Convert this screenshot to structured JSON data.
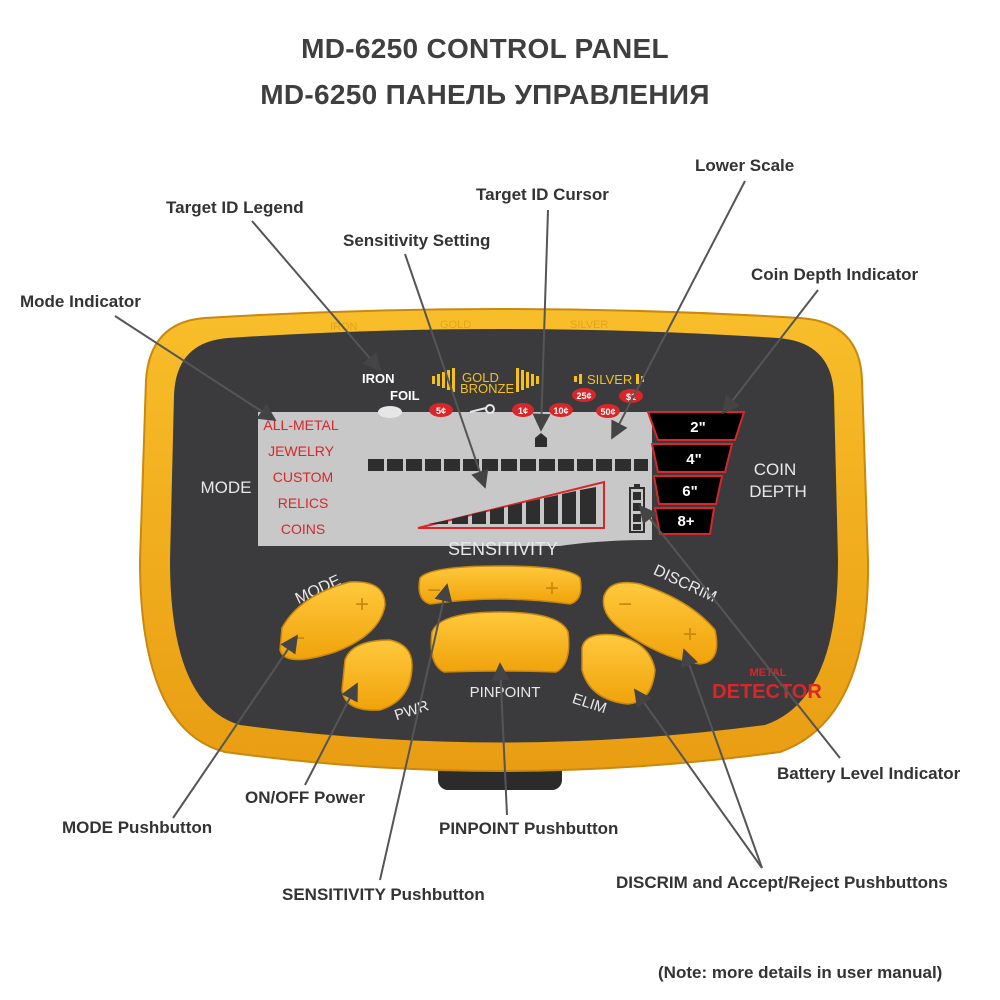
{
  "title_en": "MD-6250 CONTROL PANEL",
  "title_ru": "MD-6250 ПАНЕЛЬ УПРАВЛЕНИЯ",
  "callouts": {
    "target_id_legend": "Target ID Legend",
    "target_id_cursor": "Target ID Cursor",
    "lower_scale": "Lower Scale",
    "sensitivity_setting": "Sensitivity Setting",
    "coin_depth_indicator": "Coin Depth Indicator",
    "mode_indicator": "Mode Indicator",
    "battery_level_indicator": "Battery Level Indicator",
    "on_off_power": "ON/OFF Power",
    "mode_pushbutton": "MODE Pushbutton",
    "pinpoint_pushbutton": "PINPOINT Pushbutton",
    "sensitivity_pushbutton": "SENSITIVITY Pushbutton",
    "discrim_pushbuttons": "DISCRIM and Accept/Reject Pushbuttons"
  },
  "note": "(Note: more details in user manual)",
  "lcd": {
    "legend": {
      "iron": "IRON",
      "foil": "FOIL",
      "gold": "GOLD",
      "bronze": "BRONZE",
      "silver": "SILVER"
    },
    "coins": [
      "5¢",
      "1¢",
      "10¢",
      "25¢",
      "50¢",
      "$1"
    ],
    "modes": [
      "ALL-METAL",
      "JEWELRY",
      "CUSTOM",
      "RELICS",
      "COINS"
    ],
    "depths": [
      "2\"",
      "4\"",
      "6\"",
      "8+"
    ]
  },
  "panel": {
    "mode_label": "MODE",
    "coin_depth_line1": "COIN",
    "coin_depth_line2": "DEPTH",
    "sensitivity_label": "SENSITIVITY",
    "mode_button_label": "MODE",
    "discrim_button_label": "DISCRIM",
    "pwr_label": "PWR",
    "pinpoint_label": "PINPOINT",
    "elim_label": "ELIM",
    "brand_top": "METAL",
    "brand_bottom": "DETECTOR",
    "plus": "+",
    "minus": "−"
  },
  "colors": {
    "housing_yellow": "#f6b21a",
    "panel_dark": "#3a3a3c",
    "lcd_grey": "#c7c7c7",
    "red_text": "#d8262a",
    "button_yellow": "#f7b21c",
    "label_text": "#333333"
  }
}
